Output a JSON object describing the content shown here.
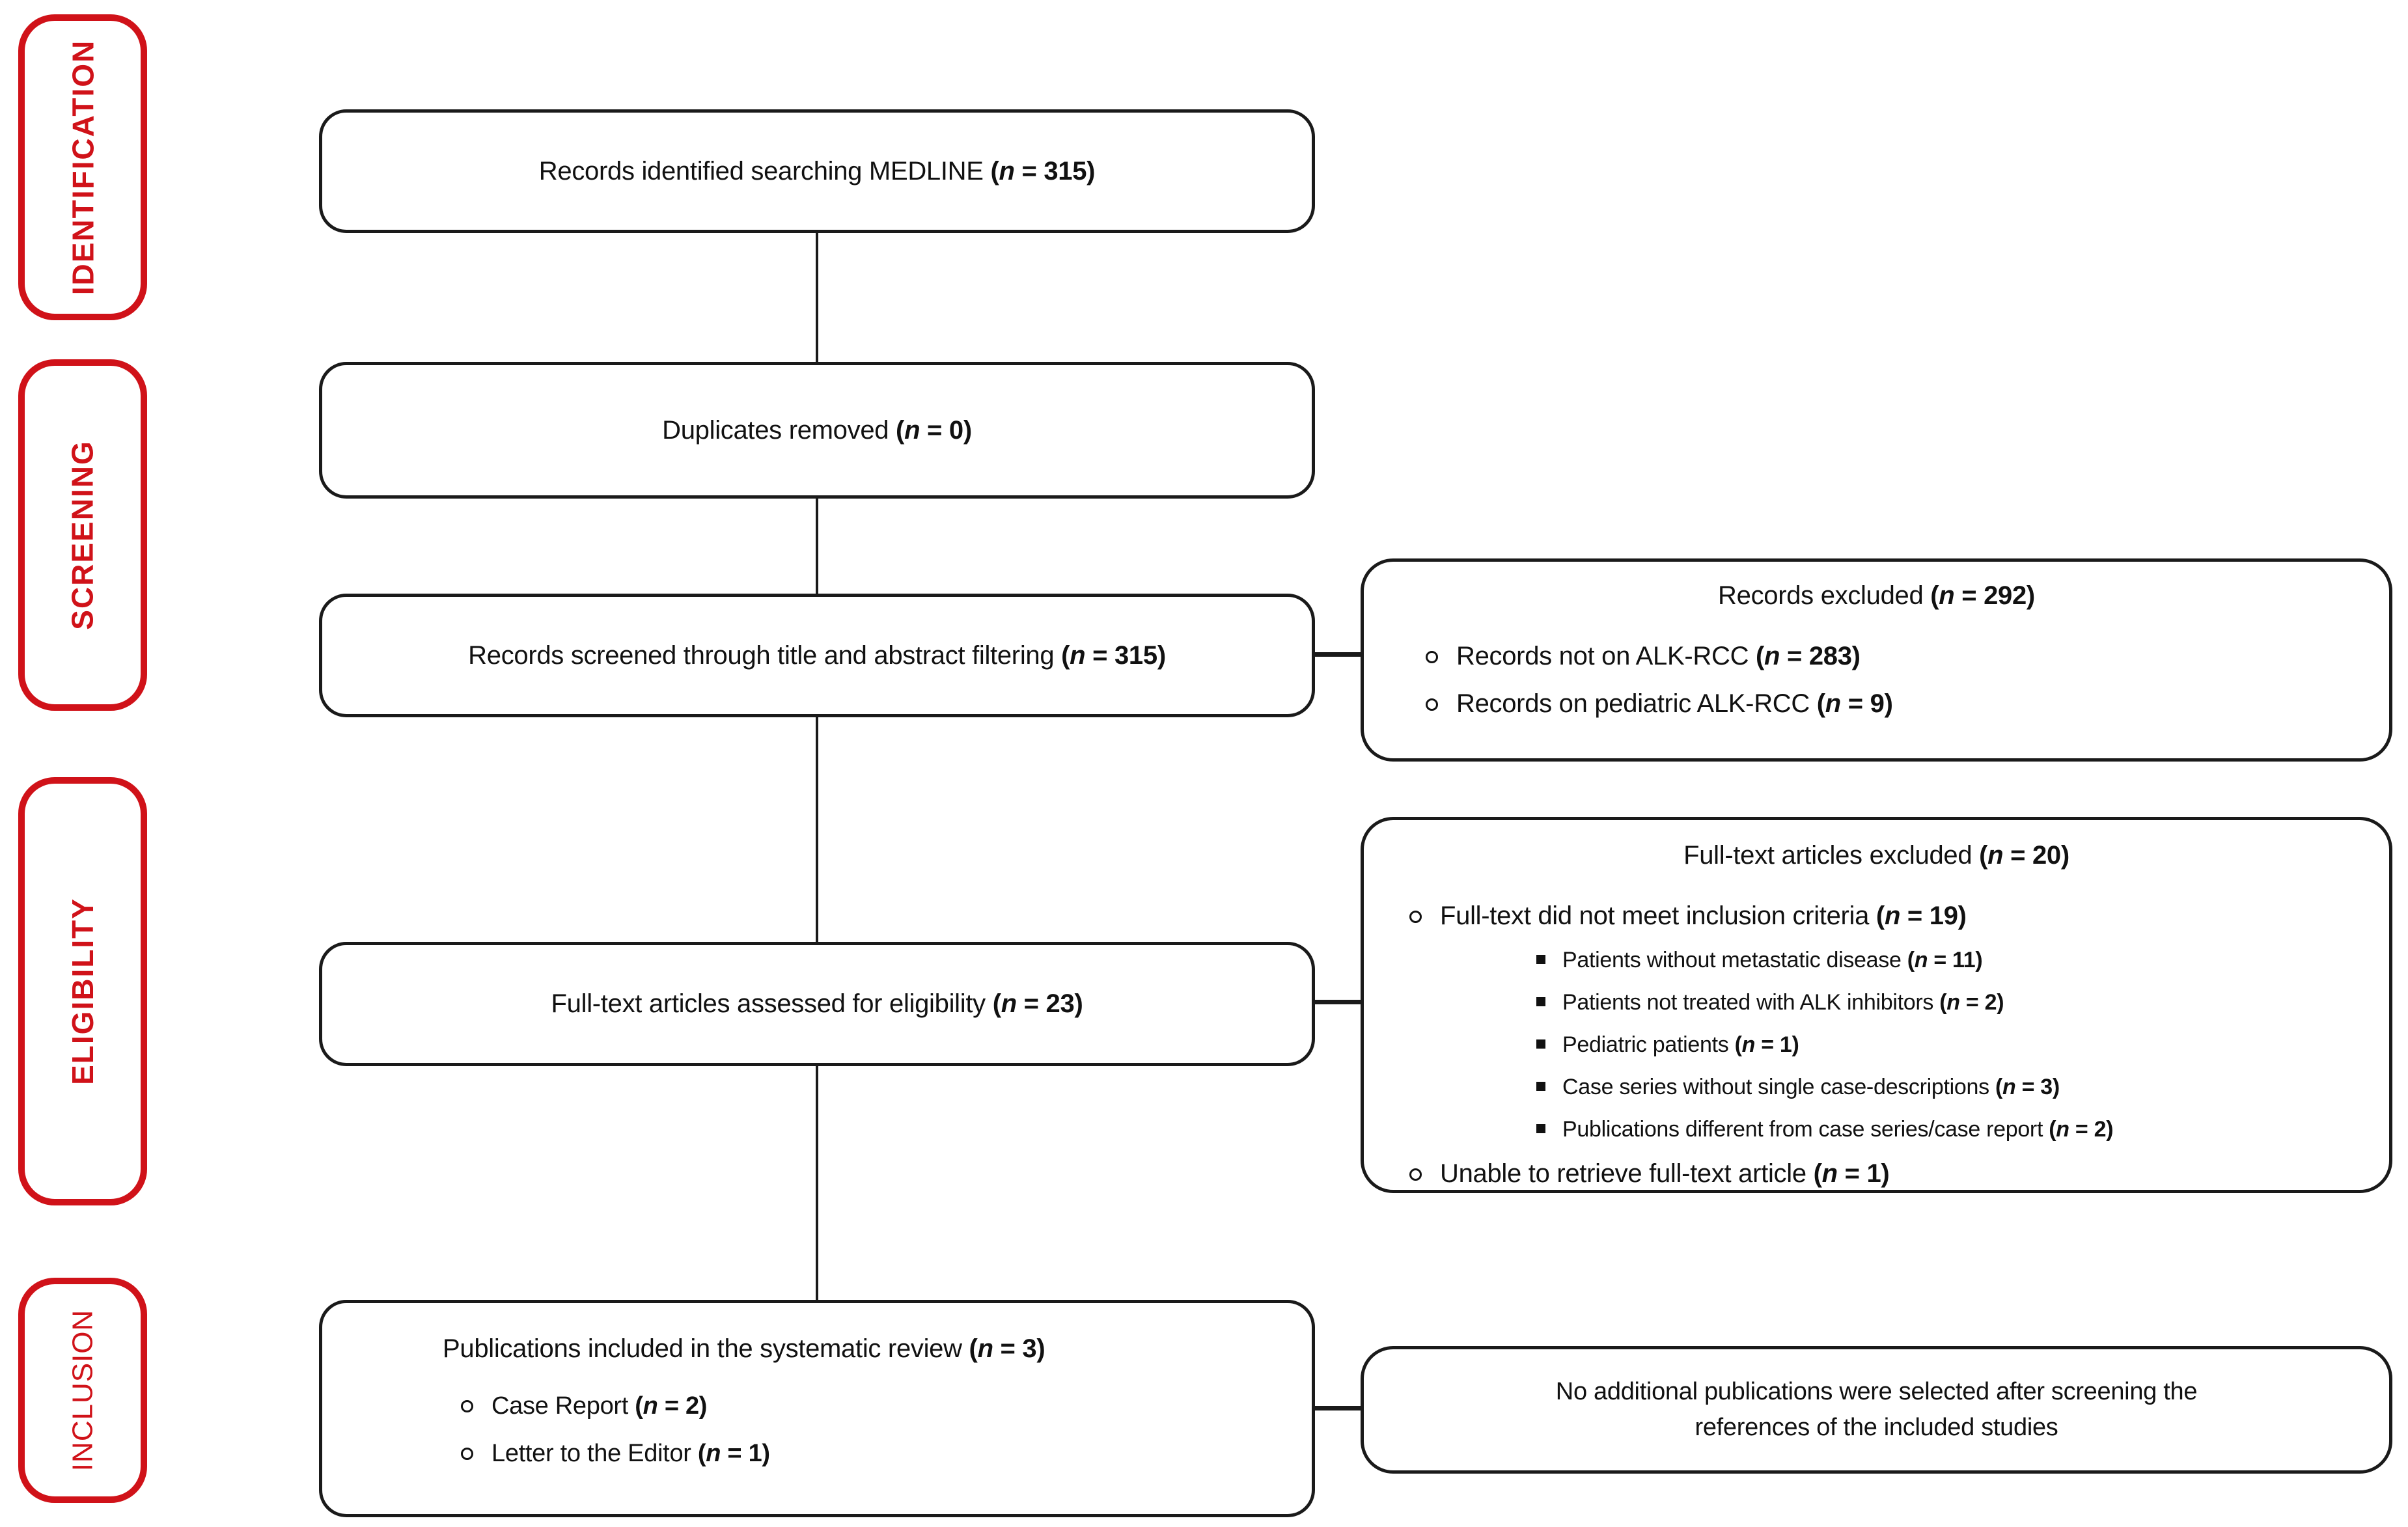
{
  "colors": {
    "stage_red": "#d01219",
    "line_black": "#1a1a1a",
    "box_background": "#ffffff"
  },
  "stages": {
    "identification": "IDENTIFICATION",
    "screening": "SCREENING",
    "eligibility": "ELIGIBILITY",
    "inclusion": "INCLUSION"
  },
  "boxes": {
    "identified": "Records identified searching MEDLINE (n = 315)",
    "duplicates": "Duplicates removed (n = 0)",
    "screened": "Records screened through title and abstract filtering (n = 315)",
    "fulltext": "Full-text articles assessed for eligibility (n = 23)",
    "included": {
      "title": "Publications included in the systematic review (n = 3)",
      "bullets": [
        "Case Report (n = 2)",
        "Letter to the Editor (n = 1)"
      ]
    }
  },
  "side_boxes": {
    "records_excluded": {
      "title": "Records excluded (n = 292)",
      "bullets": [
        "Records not on ALK-RCC (n = 283)",
        "Records on pediatric ALK-RCC (n = 9)"
      ]
    },
    "fulltext_excluded": {
      "title": "Full-text articles excluded (n = 20)",
      "bullet_criteria": "Full-text did not meet inclusion criteria (n = 19)",
      "sub_bullets": [
        "Patients without metastatic disease (n = 11)",
        "Patients not treated with ALK inhibitors (n = 2)",
        "Pediatric patients (n = 1)",
        "Case series without single case-descriptions (n = 3)",
        "Publications different from case series/case report (n = 2)"
      ],
      "bullet_unable": "Unable to retrieve full-text article (n = 1)"
    },
    "no_additional": "No additional publications were selected after screening the references of the included studies"
  }
}
